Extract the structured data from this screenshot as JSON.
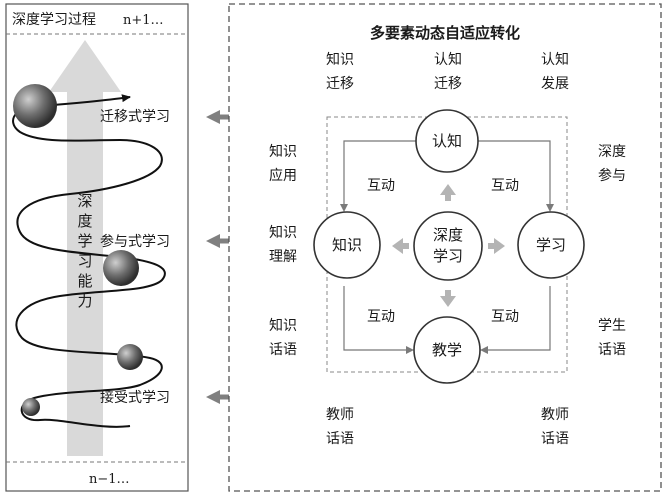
{
  "left_panel": {
    "top_label": "深度学习过程",
    "top_suffix": "n+1…",
    "bottom_label": "n−1…",
    "vertical_label": [
      "深",
      "度",
      "学",
      "习",
      "能",
      "力"
    ],
    "stages": [
      {
        "label": "迁移式学习"
      },
      {
        "label": "参与式学习"
      },
      {
        "label": "接受式学习"
      }
    ]
  },
  "right_panel": {
    "title": "多要素动态自适应转化",
    "center": {
      "line1": "深度",
      "line2": "学习"
    },
    "nodes": {
      "top": "认知",
      "left": "知识",
      "right": "学习",
      "bottom": "教学"
    },
    "interactions": {
      "tl": "互动",
      "tr": "互动",
      "bl": "互动",
      "br": "互动"
    },
    "outer_labels": [
      {
        "line1": "知识",
        "line2": "迁移"
      },
      {
        "line1": "认知",
        "line2": "迁移"
      },
      {
        "line1": "认知",
        "line2": "发展"
      },
      {
        "line1": "知识",
        "line2": "应用"
      },
      {
        "line1": "深度",
        "line2": "参与"
      },
      {
        "line1": "知识",
        "line2": "理解"
      },
      {
        "line1": "知识",
        "line2": "话语"
      },
      {
        "line1": "学生",
        "line2": "话语"
      },
      {
        "line1": "教师",
        "line2": "话语"
      },
      {
        "line1": "教师",
        "line2": "话语"
      }
    ]
  }
}
